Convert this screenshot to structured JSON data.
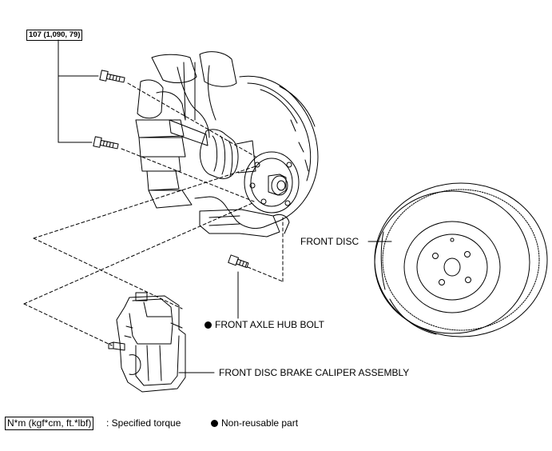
{
  "torque_spec": "107 (1,090, 79)",
  "parts": {
    "front_disc": "FRONT DISC",
    "front_axle_hub_bolt": "FRONT AXLE HUB BOLT",
    "caliper_assembly": "FRONT DISC BRAKE CALIPER ASSEMBLY"
  },
  "legend": {
    "torque_units": "N*m (kgf*cm, ft.*lbf)",
    "torque_desc": ": Specified torque",
    "non_reusable": "Non-reusable part"
  },
  "icons": [
    "non-reusable-dot-icon"
  ]
}
